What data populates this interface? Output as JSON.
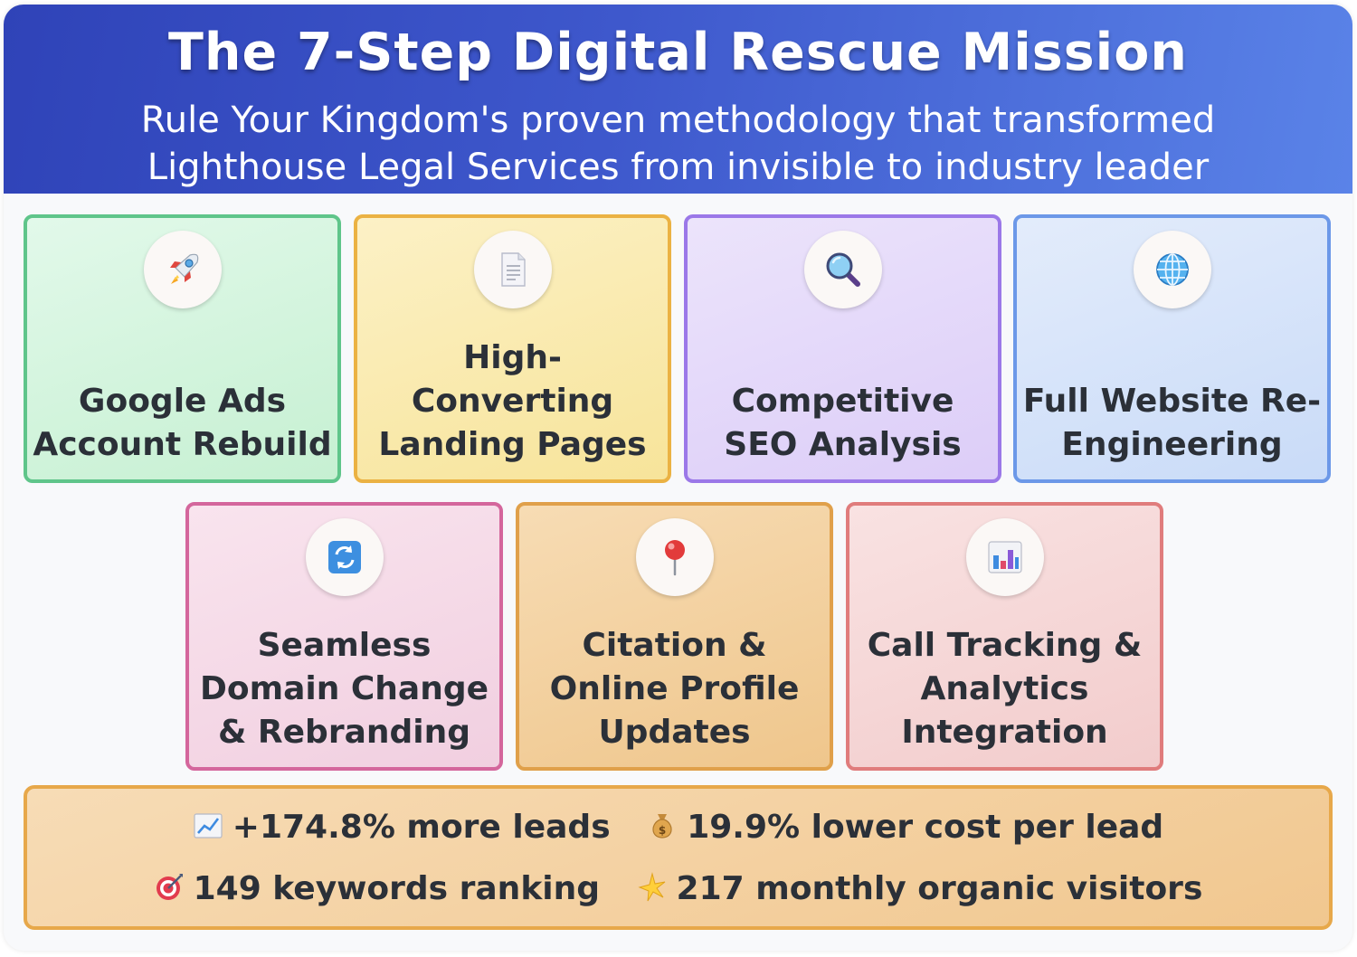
{
  "header": {
    "title": "The 7-Step Digital Rescue Mission",
    "subtitle_line1": "Rule Your Kingdom's proven methodology that transformed",
    "subtitle_line2": "Lighthouse Legal Services from invisible to industry leader"
  },
  "steps": [
    {
      "label": "Google Ads Account Rebuild",
      "icon": "rocket-icon"
    },
    {
      "label": "High-Converting Landing Pages",
      "icon": "document-icon"
    },
    {
      "label": "Competitive SEO Analysis",
      "icon": "magnifier-icon"
    },
    {
      "label": "Full Website Re-Engineering",
      "icon": "globe-icon"
    },
    {
      "label": "Seamless Domain Change & Rebranding",
      "icon": "refresh-icon"
    },
    {
      "label": "Citation & Online Profile Updates",
      "icon": "pushpin-icon"
    },
    {
      "label": "Call Tracking & Analytics Integration",
      "icon": "bar-chart-icon"
    }
  ],
  "stats": [
    {
      "text": "+174.8% more leads",
      "icon": "chart-up-icon"
    },
    {
      "text": "19.9% lower cost per lead",
      "icon": "money-bag-icon"
    },
    {
      "text": "149 keywords ranking",
      "icon": "target-icon"
    },
    {
      "text": "217 monthly organic visitors",
      "icon": "sparkle-star-icon"
    }
  ],
  "colors": {
    "header_start": "#2f43b8",
    "header_end": "#5a83e8",
    "green": "#5fc58a",
    "yellow": "#ebb243",
    "purple": "#9b78e8",
    "blue": "#6c98e8",
    "pink": "#d4669c",
    "orange": "#e0a04a",
    "rose": "#e07c7c"
  }
}
